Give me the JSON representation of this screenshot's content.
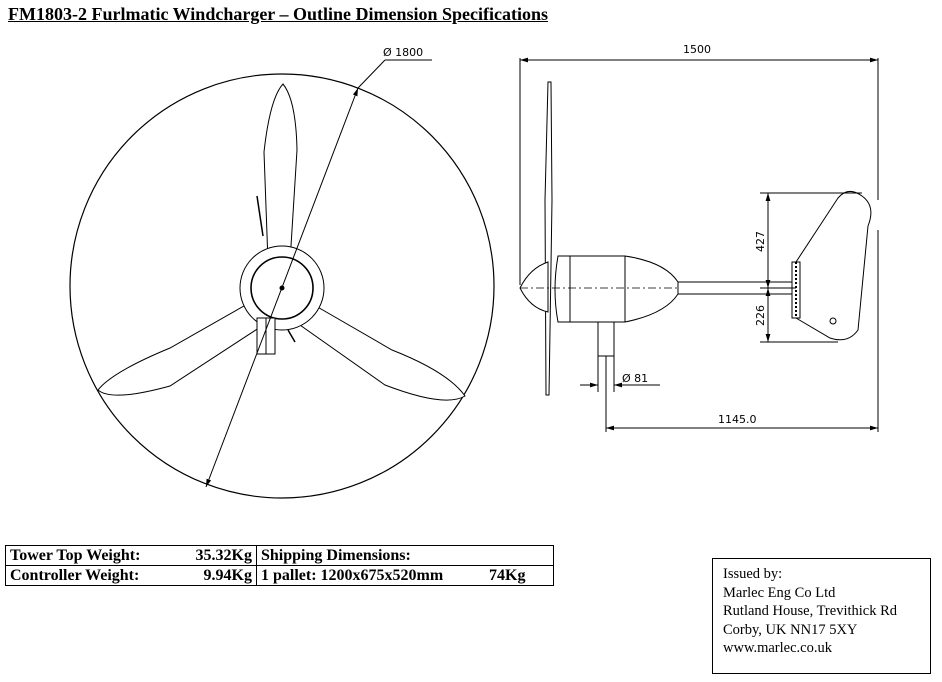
{
  "title": "FM1803-2 Furlmatic Windcharger – Outline Dimension Specifications",
  "dimensions": {
    "rotor_diameter": "Ø 1800",
    "overall_length": "1500",
    "tail_upper": "427",
    "tail_lower": "226",
    "pole_diameter": "Ø 81",
    "pivot_to_tail": "1145.0"
  },
  "specs": {
    "tower_top_weight_label": "Tower Top Weight:",
    "tower_top_weight_value": "35.32Kg",
    "controller_weight_label": "Controller Weight:",
    "controller_weight_value": "9.94Kg",
    "shipping_label": "Shipping Dimensions:",
    "shipping_pallet": "1 pallet: 1200x675x520mm",
    "shipping_weight": "74Kg"
  },
  "issuer": {
    "heading": "Issued by:",
    "company": "Marlec Eng Co Ltd",
    "address1": "Rutland House, Trevithick Rd",
    "address2": "Corby, UK NN17 5XY",
    "website": "www.marlec.co.uk"
  }
}
